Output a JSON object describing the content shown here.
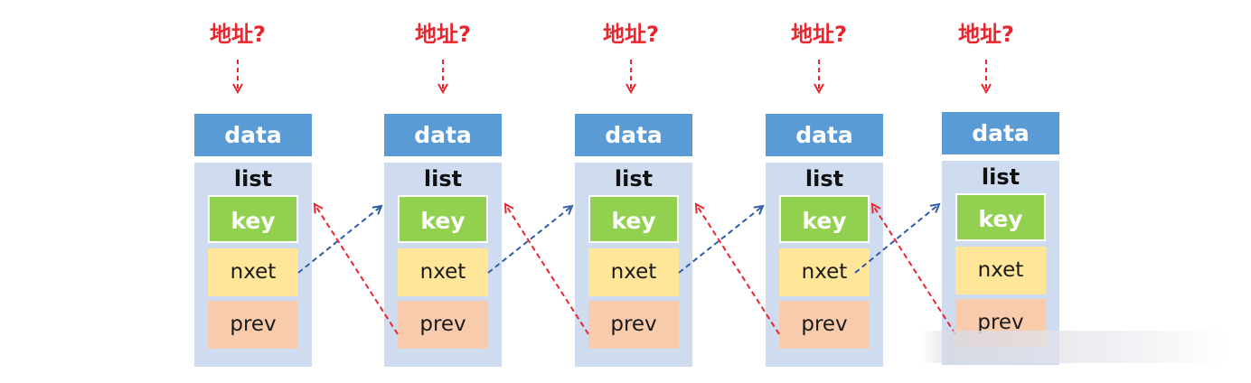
{
  "address_label": "地址?",
  "nodes": [
    {
      "data": "data",
      "list": "list",
      "key": "key",
      "next": "nxet",
      "prev": "prev"
    },
    {
      "data": "data",
      "list": "list",
      "key": "key",
      "next": "nxet",
      "prev": "prev"
    },
    {
      "data": "data",
      "list": "list",
      "key": "key",
      "next": "nxet",
      "prev": "prev"
    },
    {
      "data": "data",
      "list": "list",
      "key": "key",
      "next": "nxet",
      "prev": "prev"
    },
    {
      "data": "data",
      "list": "list",
      "key": "key",
      "next": "nxet",
      "prev": "prev"
    }
  ],
  "colors": {
    "address_red": "#e8262d",
    "data_blue": "#5b9bd5",
    "list_bg": "#cfdcf0",
    "key_green": "#92d050",
    "next_yellow": "#ffe699",
    "prev_salmon": "#f8cbad",
    "next_arrow": "#2e5ca8",
    "prev_arrow": "#e8262d"
  }
}
